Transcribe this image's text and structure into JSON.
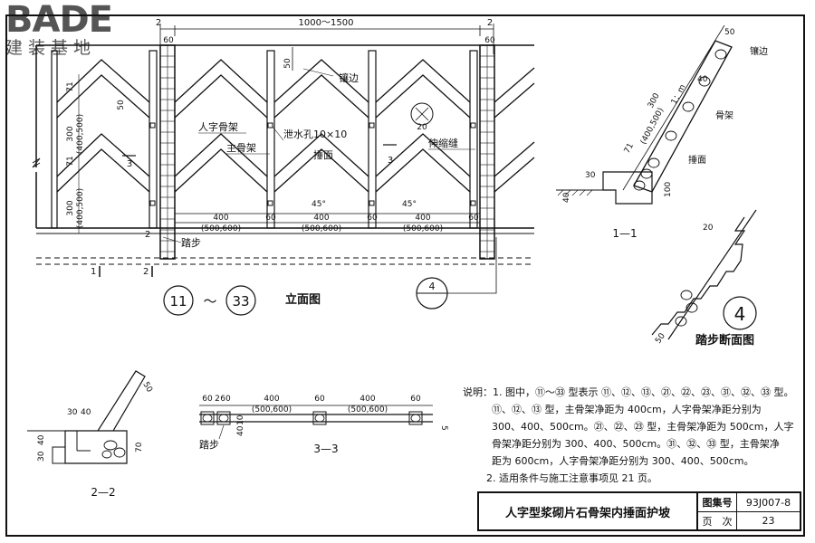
{
  "logo": {
    "main": "BADE",
    "sub": "建装基地"
  },
  "labels": {
    "span_top": "1000～1500",
    "two": "2",
    "sixty": "60",
    "fifty": "50",
    "qiangbian": "镶边",
    "renzi": "人字骨架",
    "zhugu": "主骨架",
    "xieshui": "泄水孔10×10",
    "qimian": "捶面",
    "shensuo": "伸缩缝",
    "circ20": "20",
    "sec3": "3",
    "deg45": "45°",
    "d400": "400",
    "d500600": "(500,600)",
    "d71": "71",
    "d300": "300",
    "d400500": "(400,500)",
    "tabu": "踏步",
    "one": "1",
    "range_a": "11",
    "tilde": "～",
    "range_b": "33",
    "elevation": "立面图",
    "ref4": "4",
    "s11": "1—1",
    "s22": "2—2",
    "s33": "3—3",
    "tabu_section": "踏步断面图",
    "big4": "4",
    "d30": "30",
    "d40": "40",
    "d100": "100",
    "d70": "70",
    "d10": "10",
    "d20": "20",
    "slope": "1：m",
    "gujia": "骨架",
    "d5": "5"
  },
  "notes": [
    "说明：1. 图中，⑪～㉝ 型表示 ⑪、⑫、⑬、㉑、㉒、㉓、㉛、㉜、㉝ 型。",
    "⑪、⑫、⑬ 型，主骨架净距为 400cm，人字骨架净距分别为",
    "300、400、500cm。㉑、㉒、㉓ 型，主骨架净距为 500cm，人字",
    "骨架净距分别为 300、400、500cm。㉛、㉜、㉝ 型，主骨架净",
    "距为 600cm，人字骨架净距分别为 300、400、500cm。",
    "2. 适用条件与施工注意事项见 21 页。"
  ],
  "title_block": {
    "title": "人字型浆砌片石骨架内捶面护坡",
    "atlas_label": "图集号",
    "atlas_value": "93J007-8",
    "page_label": "页　次",
    "page_value": "23"
  }
}
